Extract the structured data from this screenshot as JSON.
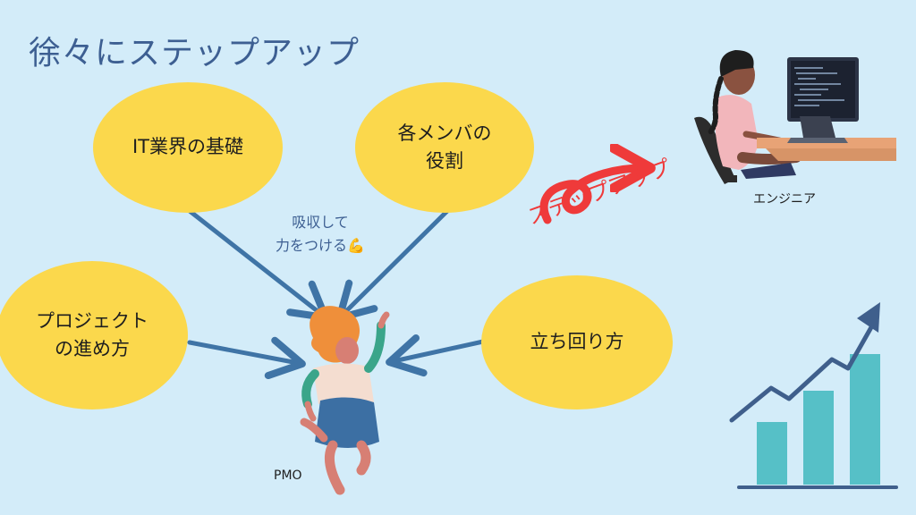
{
  "title": "徐々にステップアップ",
  "bubbles": {
    "it_basics": "IT業界の基礎",
    "member_roles": "各メンバの\n役割",
    "project_progress": "プロジェクト\nの進め方",
    "conduct": "立ち回り方"
  },
  "note": {
    "line1": "吸収して",
    "line2": "力をつける💪"
  },
  "pmo_label": "PMO",
  "stepup_label": "ステップアップ",
  "engineer_label": "エンジニア",
  "colors": {
    "background": "#d3ecf9",
    "bubble": "#fbd84c",
    "arrow_blue": "#3f74a6",
    "title_blue": "#3d5f92",
    "stepup_red": "#ef3a3a",
    "bar_teal": "#56c0c7"
  },
  "icons": {
    "strong_arm": "flexed-biceps-icon",
    "chart": "growth-chart-icon",
    "engineer": "engineer-at-desk-illustration",
    "pmo": "jumping-person-illustration"
  }
}
